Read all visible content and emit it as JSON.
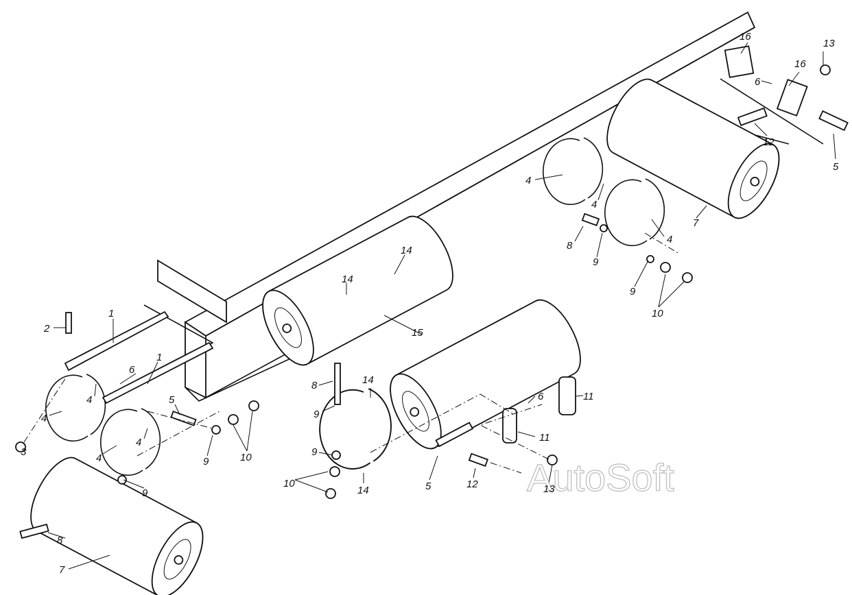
{
  "diagram": {
    "title": "Air tanks mounting – exploded view",
    "watermark": "AutoSoft",
    "callouts": [
      "16",
      "13",
      "16",
      "6",
      "12",
      "5",
      "4",
      "4",
      "4",
      "7",
      "8",
      "9",
      "9",
      "10",
      "14",
      "14",
      "15",
      "2",
      "1",
      "1",
      "6",
      "4",
      "4",
      "4",
      "4",
      "5",
      "3",
      "9",
      "10",
      "9",
      "8",
      "9",
      "14",
      "9",
      "10",
      "14",
      "6",
      "11",
      "11",
      "5",
      "12",
      "13",
      "8",
      "7"
    ]
  }
}
